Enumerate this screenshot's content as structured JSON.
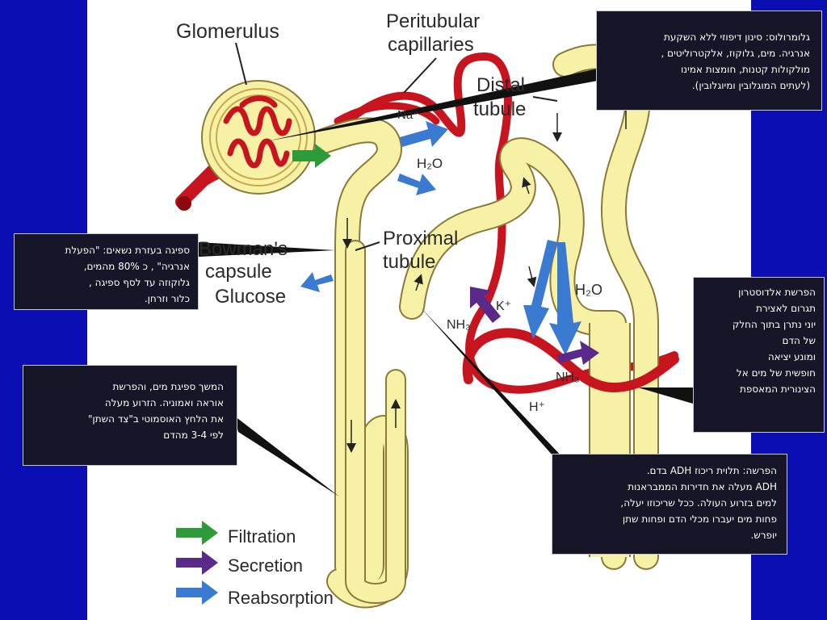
{
  "colors": {
    "background": "#0b0fb3",
    "tubule": "#f7f1a6",
    "tubule_outline": "#8a7a3a",
    "vessel": "#c8141e",
    "filtration_arrow": "#2e9a3a",
    "secretion_arrow": "#5a2a8a",
    "reabsorption_arrow": "#3a7ad0",
    "callout_bg": "#161628"
  },
  "diagram_labels": {
    "glomerulus": "Glomerulus",
    "peritubular_line1": "Peritubular",
    "peritubular_line2": "capillaries",
    "distal_line1": "Distal",
    "distal_line2": "tubule",
    "na": "Na⁺",
    "h2o_top": "H₂O",
    "proximal_line1": "Proximal",
    "proximal_line2": "tubule",
    "bowman_line1": "Bowman's",
    "bowman_line2": "capsule",
    "glucose": "Glucose",
    "h2o_right": "H₂O",
    "k": "K⁺",
    "nh3_left": "NH₃",
    "nh3_right": "NH₃",
    "h": "H⁺"
  },
  "legend": [
    {
      "label": "Filtration",
      "arrow": "filtration-arrow-icon"
    },
    {
      "label": "Secretion",
      "arrow": "secretion-arrow-icon"
    },
    {
      "label": "Reabsorption",
      "arrow": "reabsorption-arrow-icon"
    }
  ],
  "callouts": {
    "glomerulus": [
      "גלומרולוס: סינון דיפוזי ללא השקעת",
      "אנרגיה. מים, גלוקוז, אלקטרוליטים ,",
      "מולקולות קטנות, חומצות אמינו",
      "(לעתים המוגלובין ומיוגלובין)."
    ],
    "proximal": [
      "ספיגה בעזרת נשאים: \"הפעלת",
      "אנרגיה\" , כ 80% מהמים,",
      "גלוקוזה עד לסף ספיגה ,",
      "כלור וזרחן."
    ],
    "loop": [
      "המשך ספיגת מים, והפרשת",
      "אוראה ואמוניה.  הזרוע מעלה",
      "את הלחץ האוסמוטי ב\"צד השתן\"",
      "לפי 3-4 מהדם"
    ],
    "aldosterone": [
      "הפרשת אלדוסטרון",
      "תגרום לאצירת",
      "יוני נתרן בתוך החלק",
      "של הדם",
      "ומונע יציאה",
      "חופשית של מים אל",
      "הצינורית המאספת"
    ],
    "adh": [
      "הפרשה: תלוית ריכוז ADH בדם.",
      "ADH מעלה את חדירות הממבראנות",
      "למים בזרוע העולה. ככל שריכוזו יעלה,",
      "פחות מים יעברו מכלי הדם ופחות שתן",
      "יופרש."
    ]
  }
}
